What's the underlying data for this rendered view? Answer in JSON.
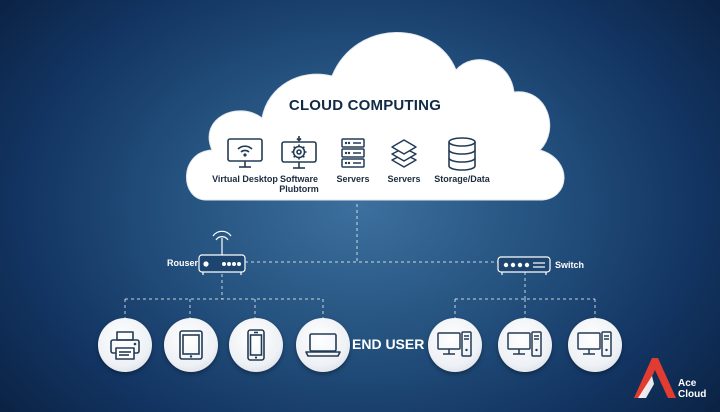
{
  "cloud": {
    "title": "CLOUD COMPUTING",
    "services": [
      {
        "label": "Virtual Desktop",
        "icon": "monitor-wifi-icon"
      },
      {
        "label": "Software Plubtorm",
        "icon": "monitor-gear-icon"
      },
      {
        "label": "Servers",
        "icon": "server-rack-icon"
      },
      {
        "label": "Servers",
        "icon": "layers-stack-icon"
      },
      {
        "label": "Storage/Data",
        "icon": "database-icon"
      }
    ]
  },
  "network": {
    "router_label": "Rouser",
    "switch_label": "Switch"
  },
  "end_user": {
    "label": "END USER",
    "left_devices": [
      "printer-icon",
      "tablet-icon",
      "smartphone-icon",
      "laptop-icon"
    ],
    "right_devices": [
      "desktop-computer-icon",
      "desktop-computer-icon",
      "desktop-computer-icon"
    ]
  },
  "brand": {
    "line1": "Ace",
    "line2": "Cloud",
    "logo_color": "#e03c31"
  },
  "colors": {
    "background": "#24517e",
    "icon_stroke": "#243b55",
    "icon_fill": "#2d4b6c"
  }
}
